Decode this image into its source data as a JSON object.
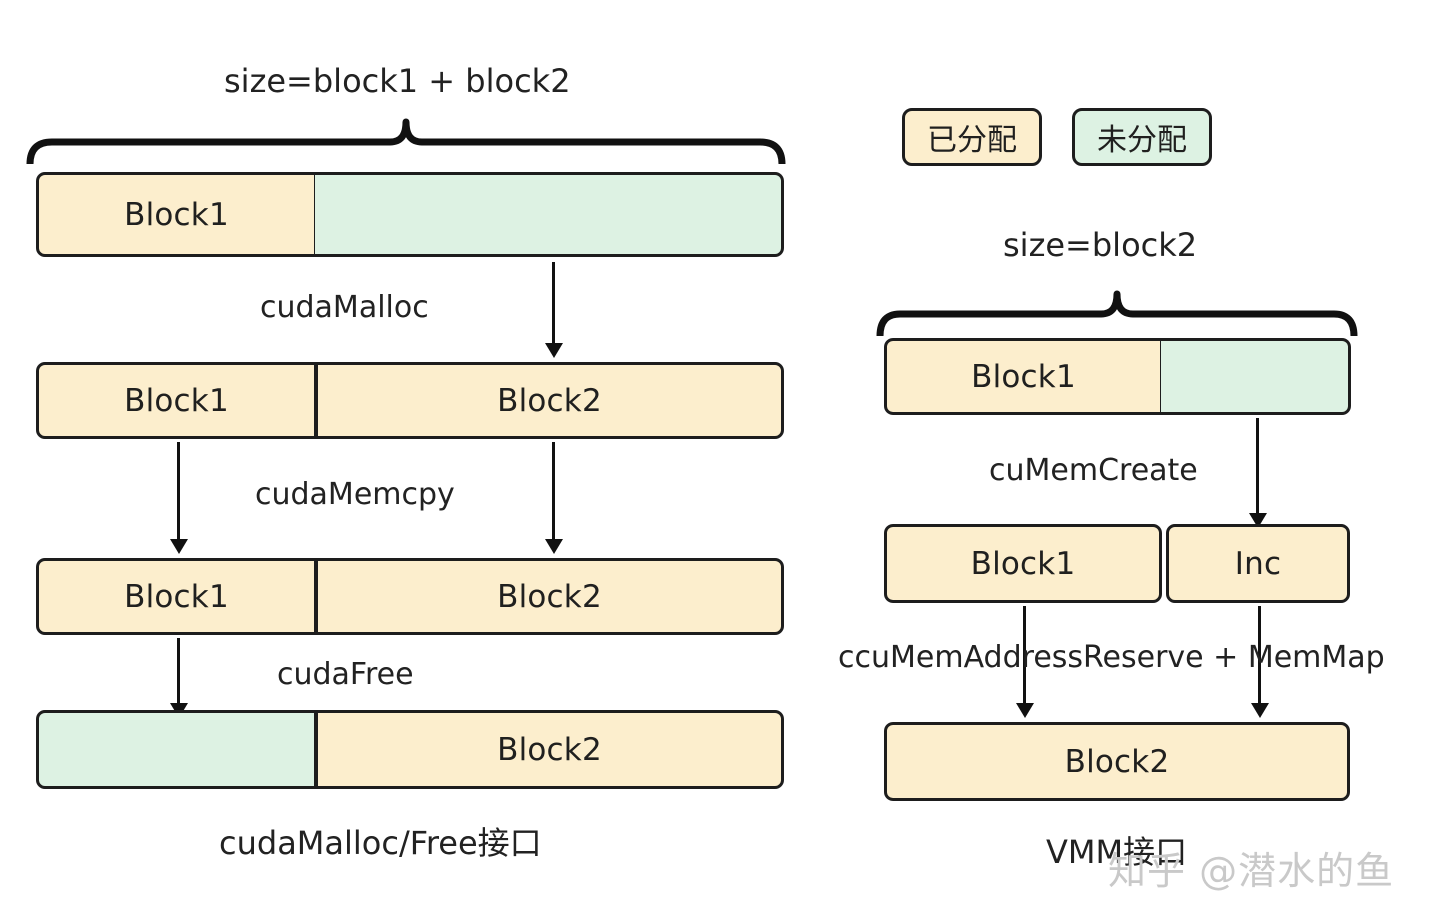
{
  "diagram": {
    "title_left": "cudaMalloc/Free接口",
    "title_right": "VMM接口",
    "watermark": "知乎 @潜水的鱼"
  },
  "colors": {
    "allocated": "#fceecd",
    "unallocated": "#ddf2e3",
    "stroke": "#1d1d1d",
    "text": "#20201f",
    "watermark": "#c9c9c9"
  },
  "legend": {
    "items": [
      {
        "label": "已分配",
        "color": "#fceecd"
      },
      {
        "label": "未分配",
        "color": "#ddf2e3"
      }
    ]
  },
  "left_column": {
    "brace_label": "size=block1 + block2",
    "rows": [
      {
        "name": "row-initial",
        "segments": [
          {
            "label": "Block1",
            "state": "allocated"
          },
          {
            "label": "",
            "state": "unallocated"
          }
        ]
      },
      {
        "name": "row-after-malloc",
        "segments": [
          {
            "label": "Block1",
            "state": "allocated"
          },
          {
            "label": "Block2",
            "state": "allocated"
          }
        ]
      },
      {
        "name": "row-after-memcpy",
        "segments": [
          {
            "label": "Block1",
            "state": "allocated"
          },
          {
            "label": "Block2",
            "state": "allocated"
          }
        ]
      },
      {
        "name": "row-after-free",
        "segments": [
          {
            "label": "",
            "state": "unallocated"
          },
          {
            "label": "Block2",
            "state": "allocated"
          }
        ]
      }
    ],
    "transitions": [
      {
        "label": "cudaMalloc"
      },
      {
        "label": "cudaMemcpy"
      },
      {
        "label": "cudaFree"
      }
    ]
  },
  "right_column": {
    "brace_label": "size=block2",
    "rows": [
      {
        "name": "row-initial",
        "segments": [
          {
            "label": "Block1",
            "state": "allocated"
          },
          {
            "label": "",
            "state": "unallocated"
          }
        ]
      },
      {
        "name": "row-after-memcreate",
        "segments": [
          {
            "label": "Block1",
            "state": "allocated"
          },
          {
            "label": "Inc",
            "state": "allocated"
          }
        ]
      },
      {
        "name": "row-after-memmap",
        "segments": [
          {
            "label": "Block2",
            "state": "allocated"
          }
        ]
      }
    ],
    "transitions": [
      {
        "label": "cuMemCreate"
      },
      {
        "label": "ccuMemAddressReserve + MemMap"
      }
    ]
  }
}
